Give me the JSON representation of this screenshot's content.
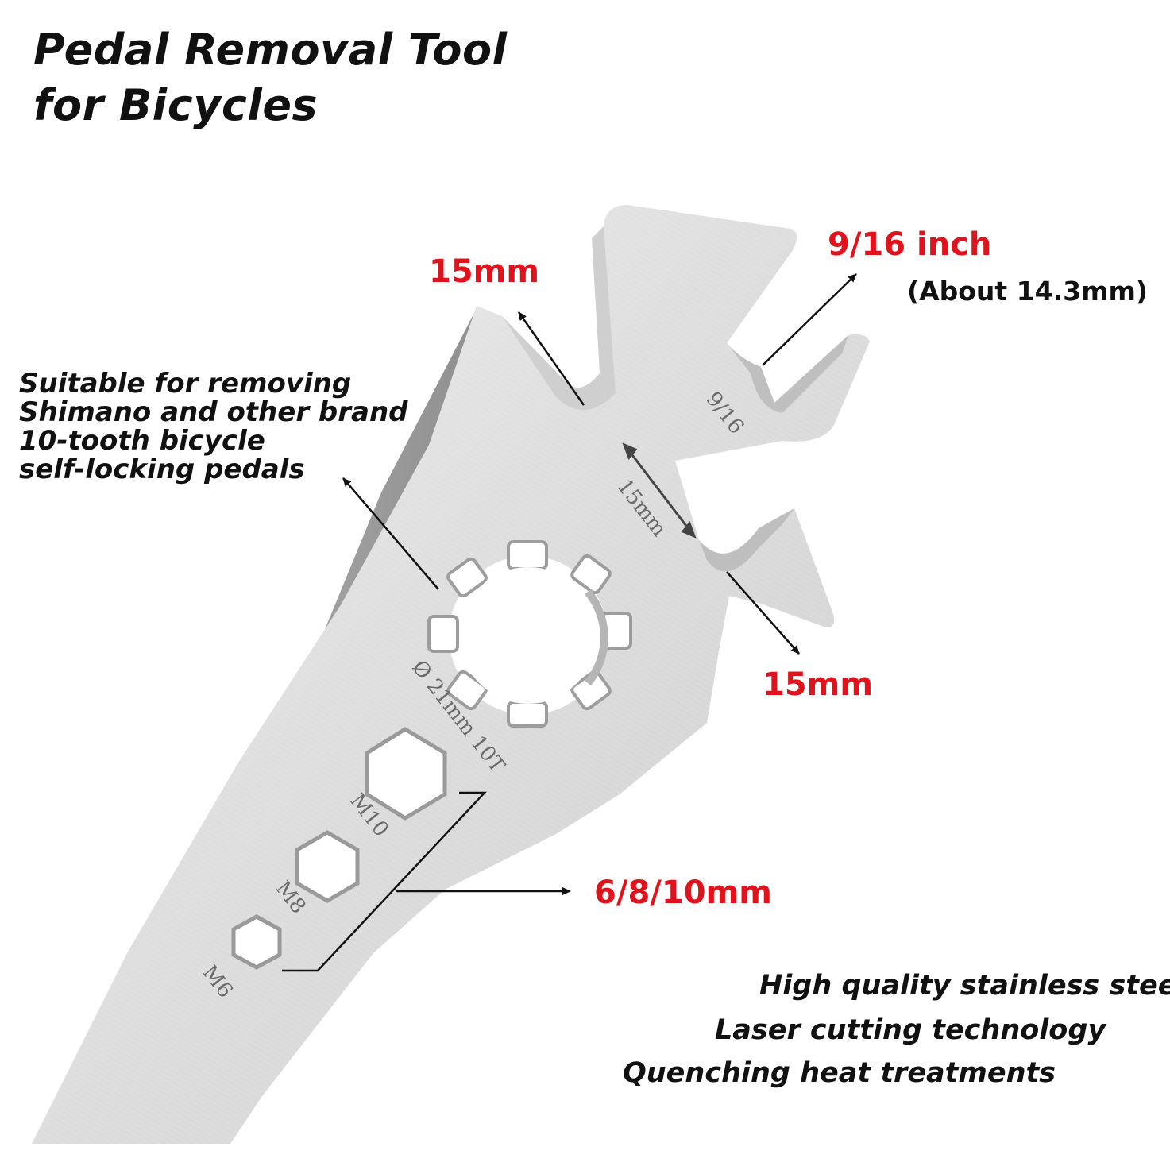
{
  "title": {
    "line1": "Pedal Removal Tool",
    "line2": "for Bicycles"
  },
  "description": {
    "lines": [
      "Suitable for removing",
      "Shimano and other brand",
      "10-tooth bicycle",
      "self-locking pedals"
    ]
  },
  "callouts": {
    "top_left_slot": "15mm",
    "top_right_slot": "9/16 inch",
    "top_right_note": "(About 14.3mm)",
    "bottom_right_slot": "15mm",
    "hex_sizes": "6/8/10mm"
  },
  "engravings": {
    "inch_slot": "9/16",
    "metric_slot": "15mm",
    "spline": "Ø 21mm 10T",
    "hex_m10": "M10",
    "hex_m8": "M8",
    "hex_m6": "M6"
  },
  "features": [
    "High quality stainless steel",
    "Laser cutting technology",
    "Quenching heat treatments"
  ],
  "colors": {
    "accent_red": "#e0131c",
    "text": "#111111",
    "steel_light": "#e9e9e9",
    "steel_mid": "#c8c8c8",
    "steel_dark": "#9a9a9a",
    "background": "#ffffff"
  }
}
